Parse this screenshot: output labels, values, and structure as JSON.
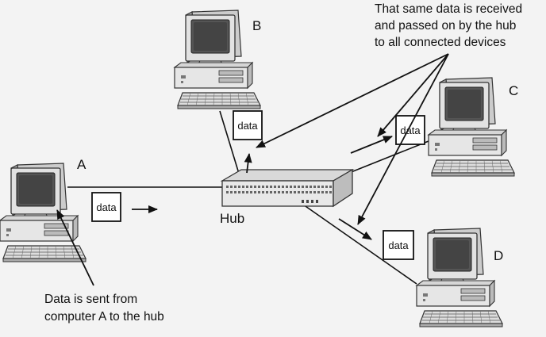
{
  "labels": {
    "a": "A",
    "b": "B",
    "c": "C",
    "d": "D",
    "hub": "Hub"
  },
  "packet_label": "data",
  "captions": {
    "top": [
      "That same data is received",
      "and passed on by the hub",
      "to all connected devices"
    ],
    "bottom": [
      "Data is sent from",
      "computer A to the hub"
    ]
  }
}
